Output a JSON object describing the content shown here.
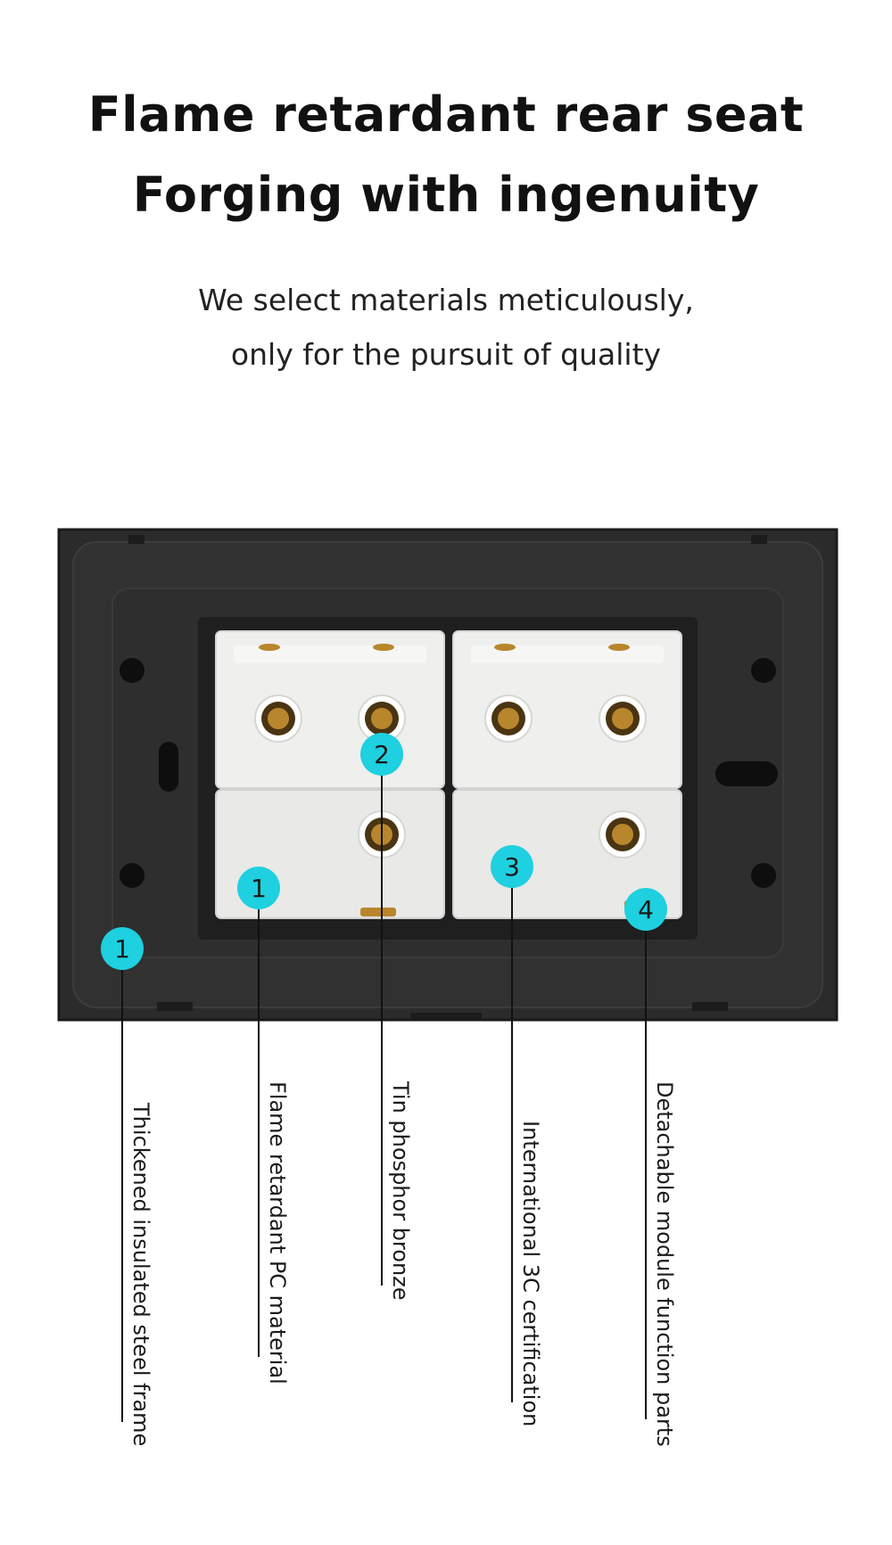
{
  "header": {
    "title_line1": "Flame retardant rear seat",
    "title_line2": "Forging with ingenuity",
    "subtitle_line1": "We select materials meticulously,",
    "subtitle_line2": "only for the pursuit of quality"
  },
  "colors": {
    "accent": "#1ed0e0",
    "frame": "#2a2a2b",
    "module": "#ececea",
    "brass": "#b8862c"
  },
  "callouts": [
    {
      "number": "1",
      "label": "Thickened insulated steel frame"
    },
    {
      "number": "1",
      "label": "Flame retardant PC material"
    },
    {
      "number": "2",
      "label": "Tin phosphor bronze"
    },
    {
      "number": "3",
      "label": "International 3C certification"
    },
    {
      "number": "4",
      "label": "Detachable module function parts"
    }
  ]
}
